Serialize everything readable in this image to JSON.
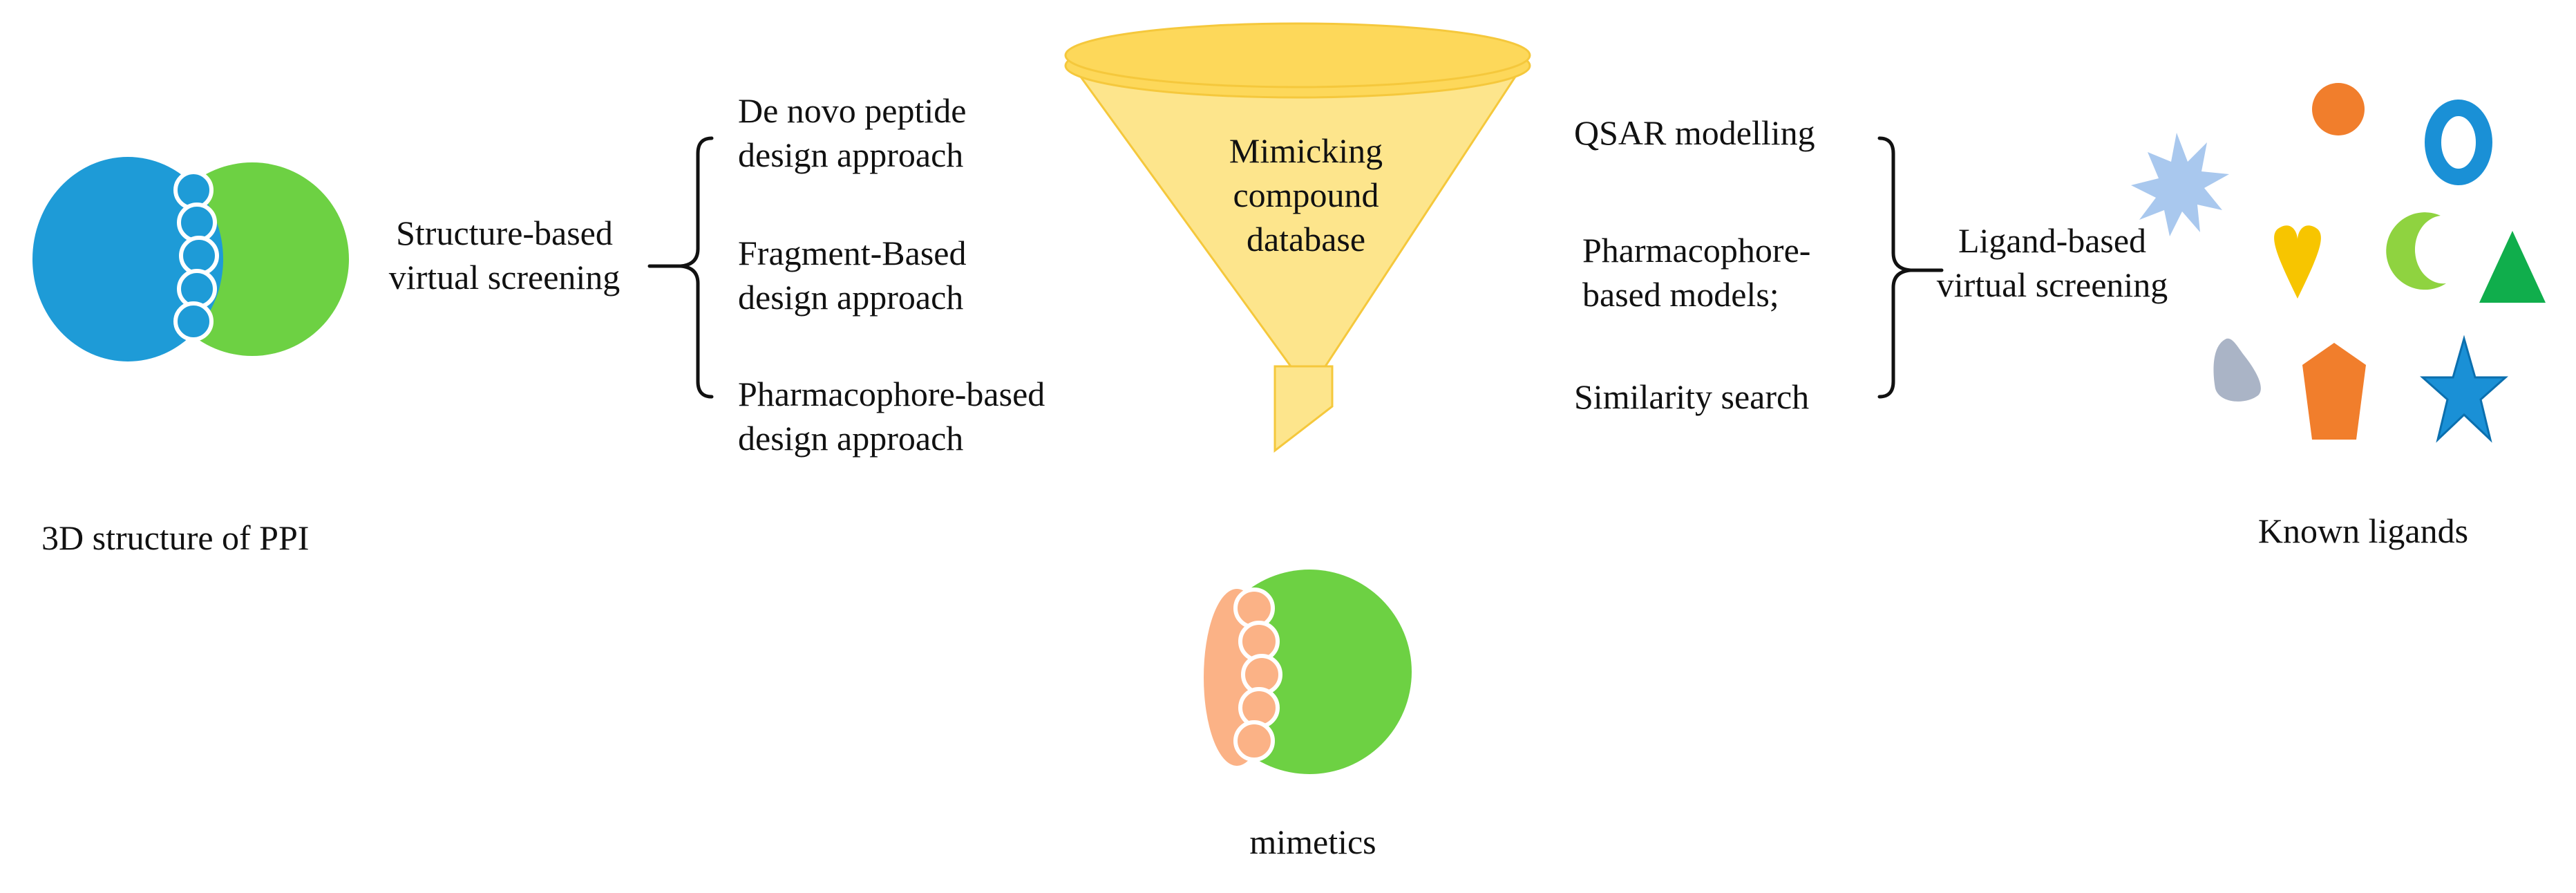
{
  "colors": {
    "blue_protein": "#1e9bd7",
    "green_protein": "#6dd143",
    "peach_mimetic": "#fbb286",
    "funnel_fill": "#fde58c",
    "funnel_rim": "#fdd85a",
    "funnel_stroke": "#f5c83c",
    "bracket": "#111111",
    "ligand_light_blue": "#a9c8ee",
    "ligand_orange": "#f17e2c",
    "ligand_blue": "#1a90d6",
    "ligand_yellow": "#f7c500",
    "ligand_lime": "#8fd340",
    "ligand_green": "#10ae4c",
    "ligand_grey": "#aab4c6"
  },
  "structure_based": {
    "lines": [
      "Structure-based",
      "virtual screening"
    ],
    "methods": [
      {
        "lines": [
          "De novo peptide",
          "design approach"
        ]
      },
      {
        "lines": [
          "Fragment-Based",
          "design approach"
        ]
      },
      {
        "lines": [
          "Pharmacophore-based",
          "design approach"
        ]
      }
    ]
  },
  "funnel": {
    "lines": [
      "Mimicking",
      "compound",
      "database"
    ]
  },
  "ligand_based": {
    "lines": [
      "Ligand-based",
      "virtual screening"
    ],
    "methods": [
      {
        "lines": [
          "QSAR modelling"
        ]
      },
      {
        "lines": [
          "Pharmacophore-",
          "based models;"
        ]
      },
      {
        "lines": [
          "Similarity search"
        ]
      }
    ]
  },
  "captions": {
    "ppi": "3D structure of PPI",
    "ligands": "Known ligands",
    "mimetics": "mimetics"
  },
  "icons": {
    "ppi": "protein-protein-interaction-icon",
    "funnel": "funnel-icon",
    "mimetic": "peptide-mimetic-icon",
    "ligands": [
      "starburst-icon",
      "circle-icon",
      "ring-icon",
      "heart-icon",
      "crescent-icon",
      "triangle-icon",
      "drop-icon",
      "pentagon-icon",
      "star-icon"
    ]
  }
}
